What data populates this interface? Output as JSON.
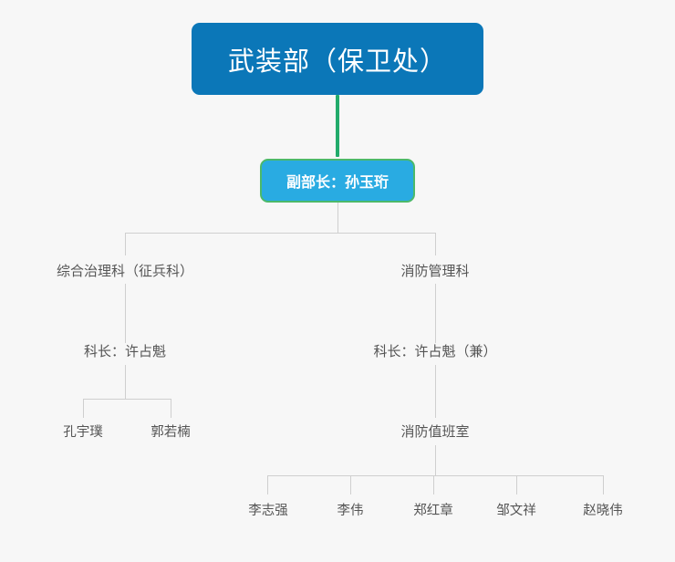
{
  "diagram": {
    "type": "org-chart",
    "background_color": "#f7f7f7",
    "accent_colors": {
      "root_fill": "#0b77b8",
      "sub_fill": "#29abe2",
      "sub_border": "#4cb96a",
      "trunk_line": "#22ab6b",
      "branch_line": "#cfcfcf",
      "text": "#555555"
    },
    "root": {
      "label": "武装部（保卫处）"
    },
    "deputy": {
      "label": "副部长：孙玉珩"
    },
    "departments": [
      {
        "label": "综合治理科（征兵科）",
        "chief": "科长：许占魁",
        "members": [
          "孔宇璞",
          "郭若楠"
        ]
      },
      {
        "label": "消防管理科",
        "chief": "科长：许占魁（兼）",
        "unit": "消防值班室",
        "members": [
          "李志强",
          "李伟",
          "郑红章",
          "邹文祥",
          "赵晓伟"
        ]
      }
    ]
  }
}
